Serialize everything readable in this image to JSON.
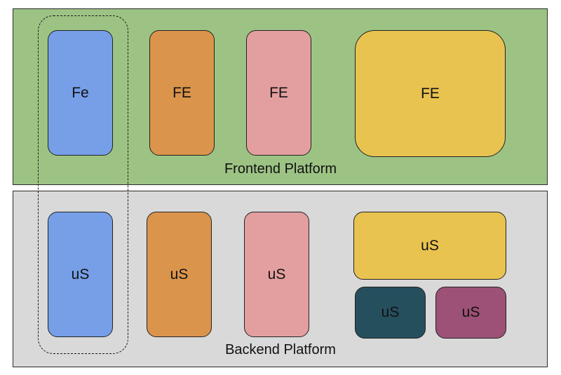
{
  "frontend_platform": {
    "label": "Frontend Platform",
    "color": "#9dc384",
    "boxes": [
      {
        "label": "Fe",
        "color": "#769fe8"
      },
      {
        "label": "FE",
        "color": "#db944c"
      },
      {
        "label": "FE",
        "color": "#e39f9f"
      },
      {
        "label": "FE",
        "color": "#e9c350"
      }
    ]
  },
  "backend_platform": {
    "label": "Backend Platform",
    "color": "#d9d9d9",
    "boxes": [
      {
        "label": "uS",
        "color": "#769fe8"
      },
      {
        "label": "uS",
        "color": "#db944c"
      },
      {
        "label": "uS",
        "color": "#e39f9f"
      },
      {
        "label": "uS",
        "color": "#e9c350"
      },
      {
        "label": "uS",
        "color": "#264f5e"
      },
      {
        "label": "uS",
        "color": "#9d5176"
      }
    ]
  }
}
